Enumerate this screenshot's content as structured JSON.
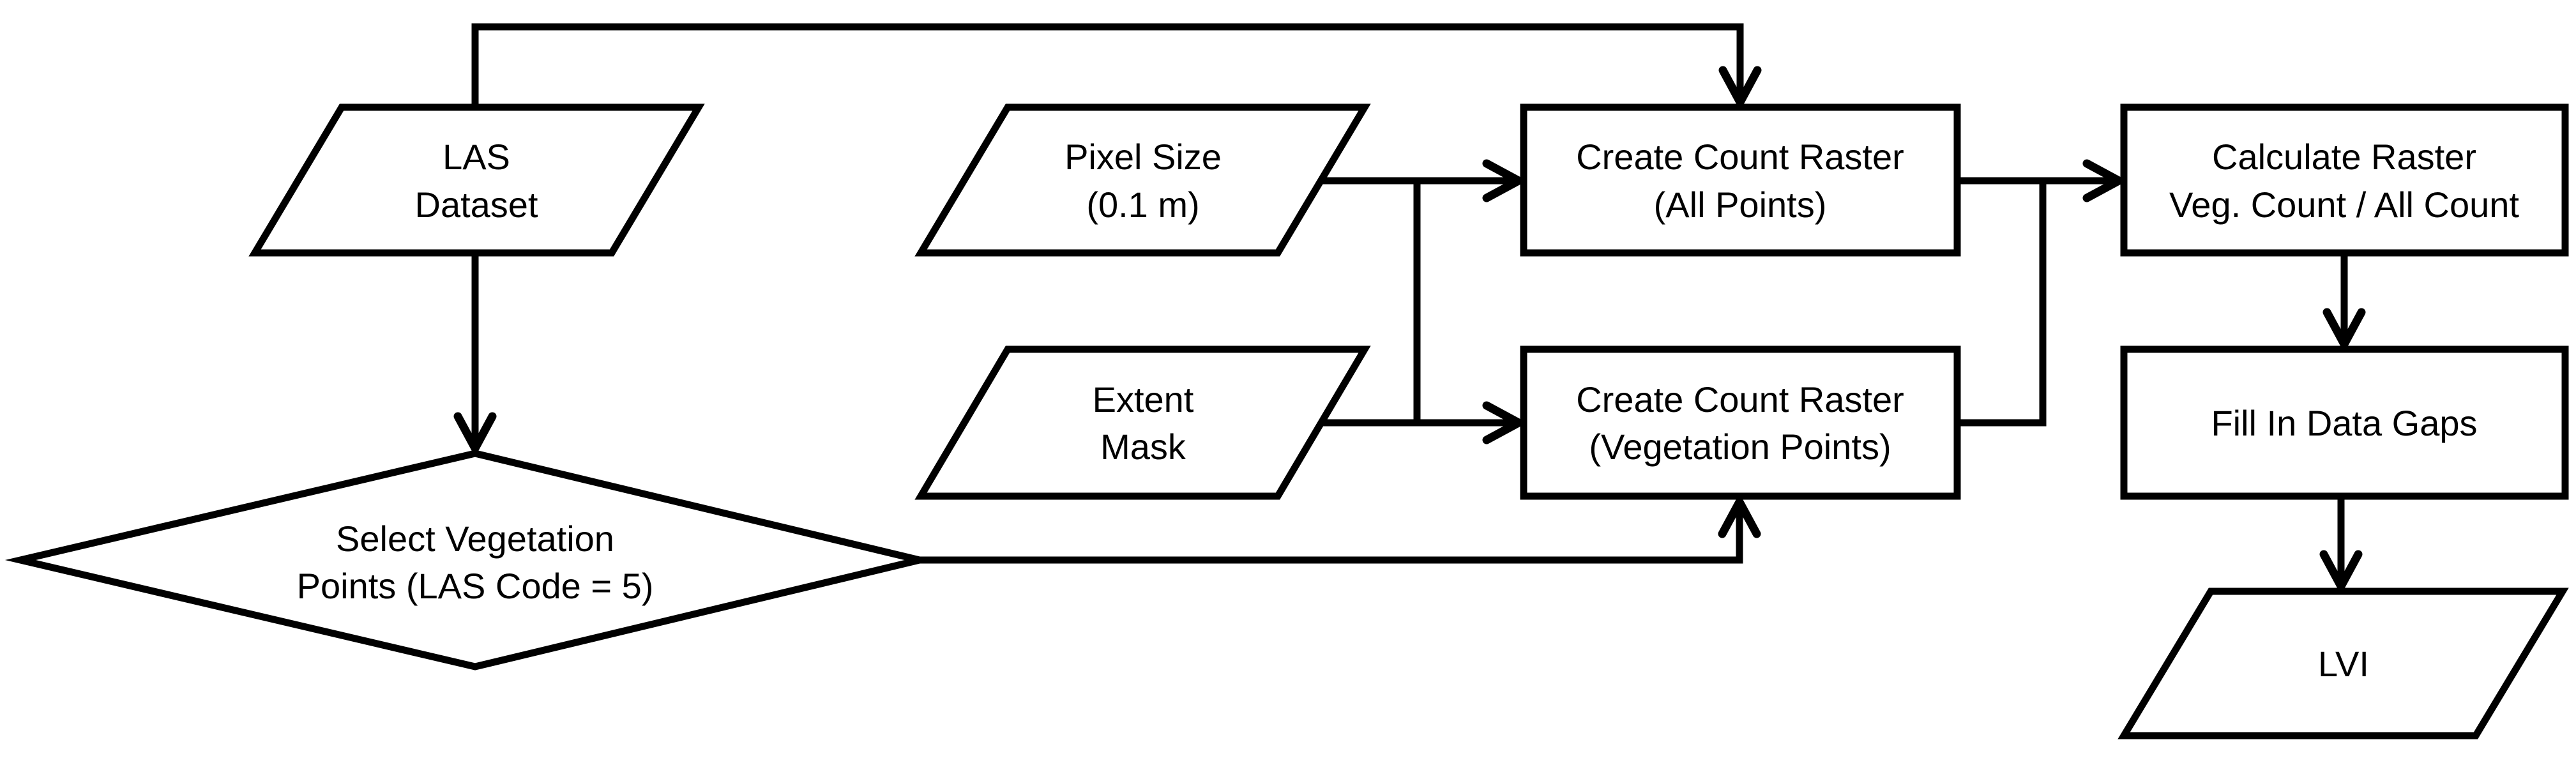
{
  "colors": {
    "background": "#ffffff",
    "stroke": "#000000",
    "text": "#000000"
  },
  "nodes": {
    "las_dataset": {
      "shape": "parallelogram",
      "role": "input",
      "lines": [
        "LAS",
        "Dataset"
      ]
    },
    "select_vegetation": {
      "shape": "diamond",
      "role": "decision",
      "lines": [
        "Select Vegetation",
        "Points (LAS Code = 5)"
      ]
    },
    "pixel_size": {
      "shape": "parallelogram",
      "role": "input",
      "lines": [
        "Pixel Size",
        "(0.1 m)"
      ]
    },
    "extent_mask": {
      "shape": "parallelogram",
      "role": "input",
      "lines": [
        "Extent",
        "Mask"
      ]
    },
    "count_raster_all": {
      "shape": "rectangle",
      "role": "process",
      "lines": [
        "Create Count Raster",
        "(All Points)"
      ]
    },
    "count_raster_veg": {
      "shape": "rectangle",
      "role": "process",
      "lines": [
        "Create Count Raster",
        "(Vegetation Points)"
      ]
    },
    "calculate_raster": {
      "shape": "rectangle",
      "role": "process",
      "lines": [
        "Calculate Raster",
        "Veg. Count / All Count"
      ]
    },
    "fill_gaps": {
      "shape": "rectangle",
      "role": "process",
      "lines": [
        "Fill In Data Gaps"
      ]
    },
    "lvi": {
      "shape": "parallelogram",
      "role": "output",
      "lines": [
        "LVI"
      ]
    }
  },
  "edges": [
    {
      "from": "las_dataset",
      "to": "count_raster_all"
    },
    {
      "from": "las_dataset",
      "to": "select_vegetation"
    },
    {
      "from": "pixel_size",
      "to": "count_raster_all"
    },
    {
      "from": "pixel_size",
      "to": "count_raster_veg"
    },
    {
      "from": "extent_mask",
      "to": "count_raster_all"
    },
    {
      "from": "extent_mask",
      "to": "count_raster_veg"
    },
    {
      "from": "select_vegetation",
      "to": "count_raster_veg"
    },
    {
      "from": "count_raster_all",
      "to": "calculate_raster"
    },
    {
      "from": "count_raster_veg",
      "to": "calculate_raster"
    },
    {
      "from": "calculate_raster",
      "to": "fill_gaps"
    },
    {
      "from": "fill_gaps",
      "to": "lvi"
    }
  ]
}
